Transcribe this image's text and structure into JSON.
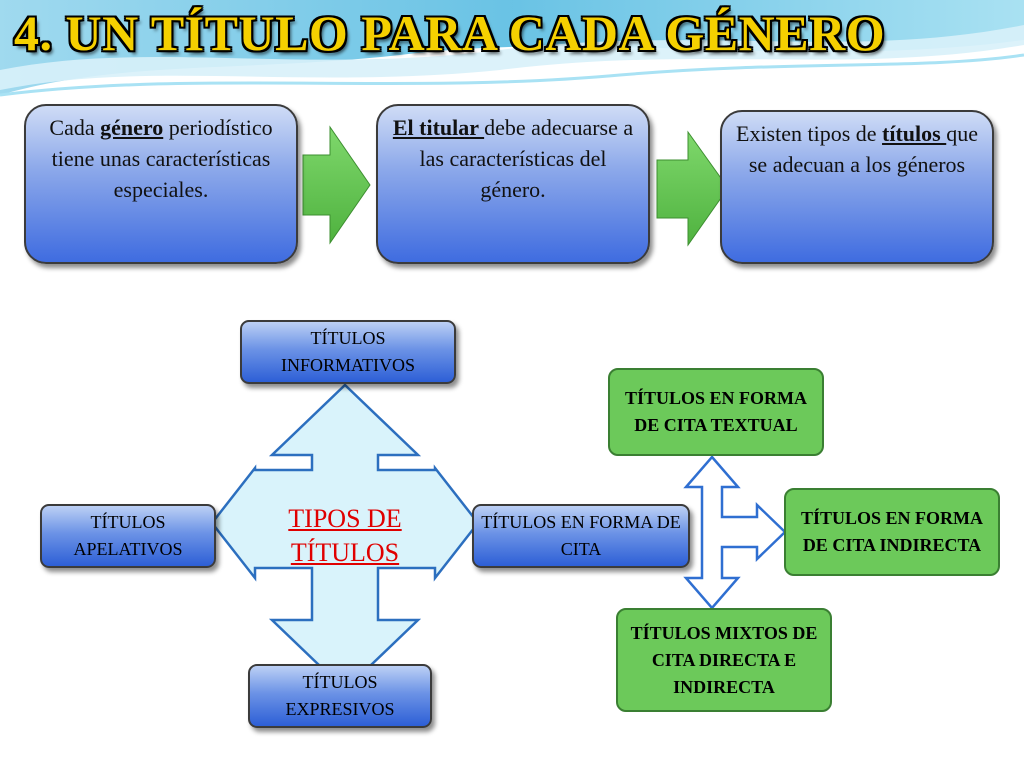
{
  "slide": {
    "title": "4. UN TÍTULO PARA CADA GÉNERO"
  },
  "flow": {
    "box1": {
      "pre": "Cada ",
      "bold": "género",
      "post": " periodístico tiene unas características especiales."
    },
    "box2": {
      "bold": "El titular ",
      "post": "debe adecuarse a las características del género."
    },
    "box3": {
      "pre": "Existen tipos de ",
      "bold": "títulos ",
      "post": "que se adecuan a los géneros"
    }
  },
  "tipos": {
    "center": "TIPOS DE TÍTULOS",
    "informativos": "TÍTULOS INFORMATIVOS",
    "apelativos": "TÍTULOS APELATIVOS",
    "expresivos": "TÍTULOS EXPRESIVOS",
    "cita": "TÍTULOS EN FORMA DE CITA"
  },
  "cita": {
    "textual": "TÍTULOS EN FORMA DE CITA TEXTUAL",
    "indirecta": "TÍTULOS EN FORMA DE CITA INDIRECTA",
    "mixtos": "TÍTULOS MIXTOS DE CITA DIRECTA E INDIRECTA"
  },
  "colors": {
    "title": "#f5d000",
    "arrow_green": "#66cc55",
    "box_blue": "#3f6ce0",
    "box_green": "#6cc95a",
    "center_text": "#e00000"
  }
}
